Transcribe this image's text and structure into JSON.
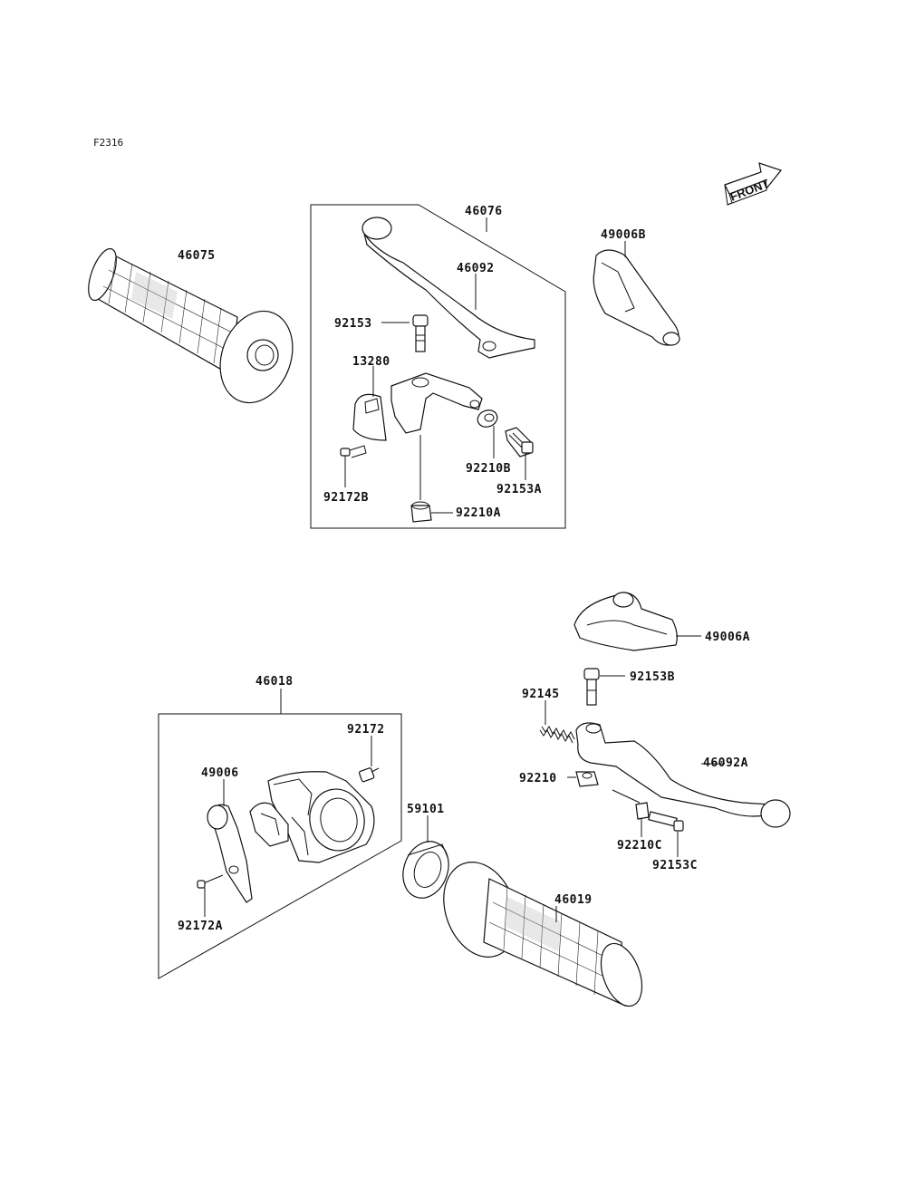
{
  "figure_code": "F2316",
  "front_indicator": "FRONT",
  "upper_group": {
    "parts": {
      "left_grip": "46075",
      "clutch_lever_assembly": "46076",
      "lever": "46092",
      "lever_bolt": "92153",
      "holder": "13280",
      "holder_bolt": "92172B",
      "adjuster_nut": "92210B",
      "adjuster_bolt": "92153A",
      "lever_nut": "92210A",
      "lever_cover": "49006B"
    }
  },
  "lower_group": {
    "parts": {
      "lever_cover": "49006A",
      "lever_bolt": "92153B",
      "spring": "92145",
      "lever": "46092A",
      "nut": "92210",
      "adjuster_nut": "92210C",
      "adjuster_bolt": "92153C",
      "throttle_assembly": "46018",
      "throttle_screw": "92172",
      "throttle_cover": "49006",
      "cover_screw": "92172A",
      "throttle_collar": "59101",
      "right_grip": "46019"
    }
  }
}
